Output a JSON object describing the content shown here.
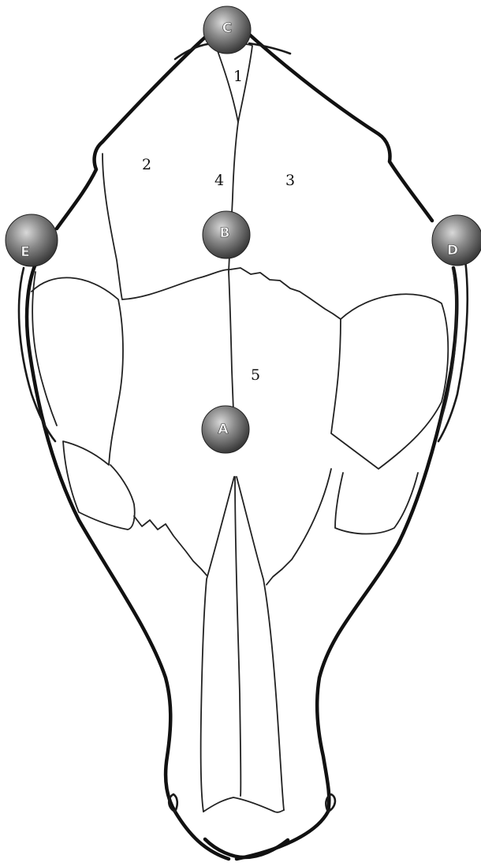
{
  "regions": [
    {
      "id": "r1",
      "label": "1"
    },
    {
      "id": "r2",
      "label": "2"
    },
    {
      "id": "r3",
      "label": "3"
    },
    {
      "id": "r4",
      "label": "4"
    },
    {
      "id": "r5",
      "label": "5"
    }
  ],
  "markers": [
    {
      "id": "A",
      "label": "A"
    },
    {
      "id": "B",
      "label": "B"
    },
    {
      "id": "C",
      "label": "C"
    },
    {
      "id": "D",
      "label": "D"
    },
    {
      "id": "E",
      "label": "E"
    }
  ],
  "colors": {
    "line": "#111111",
    "marker_fill": "#8a8a8a",
    "background": "#ffffff"
  }
}
